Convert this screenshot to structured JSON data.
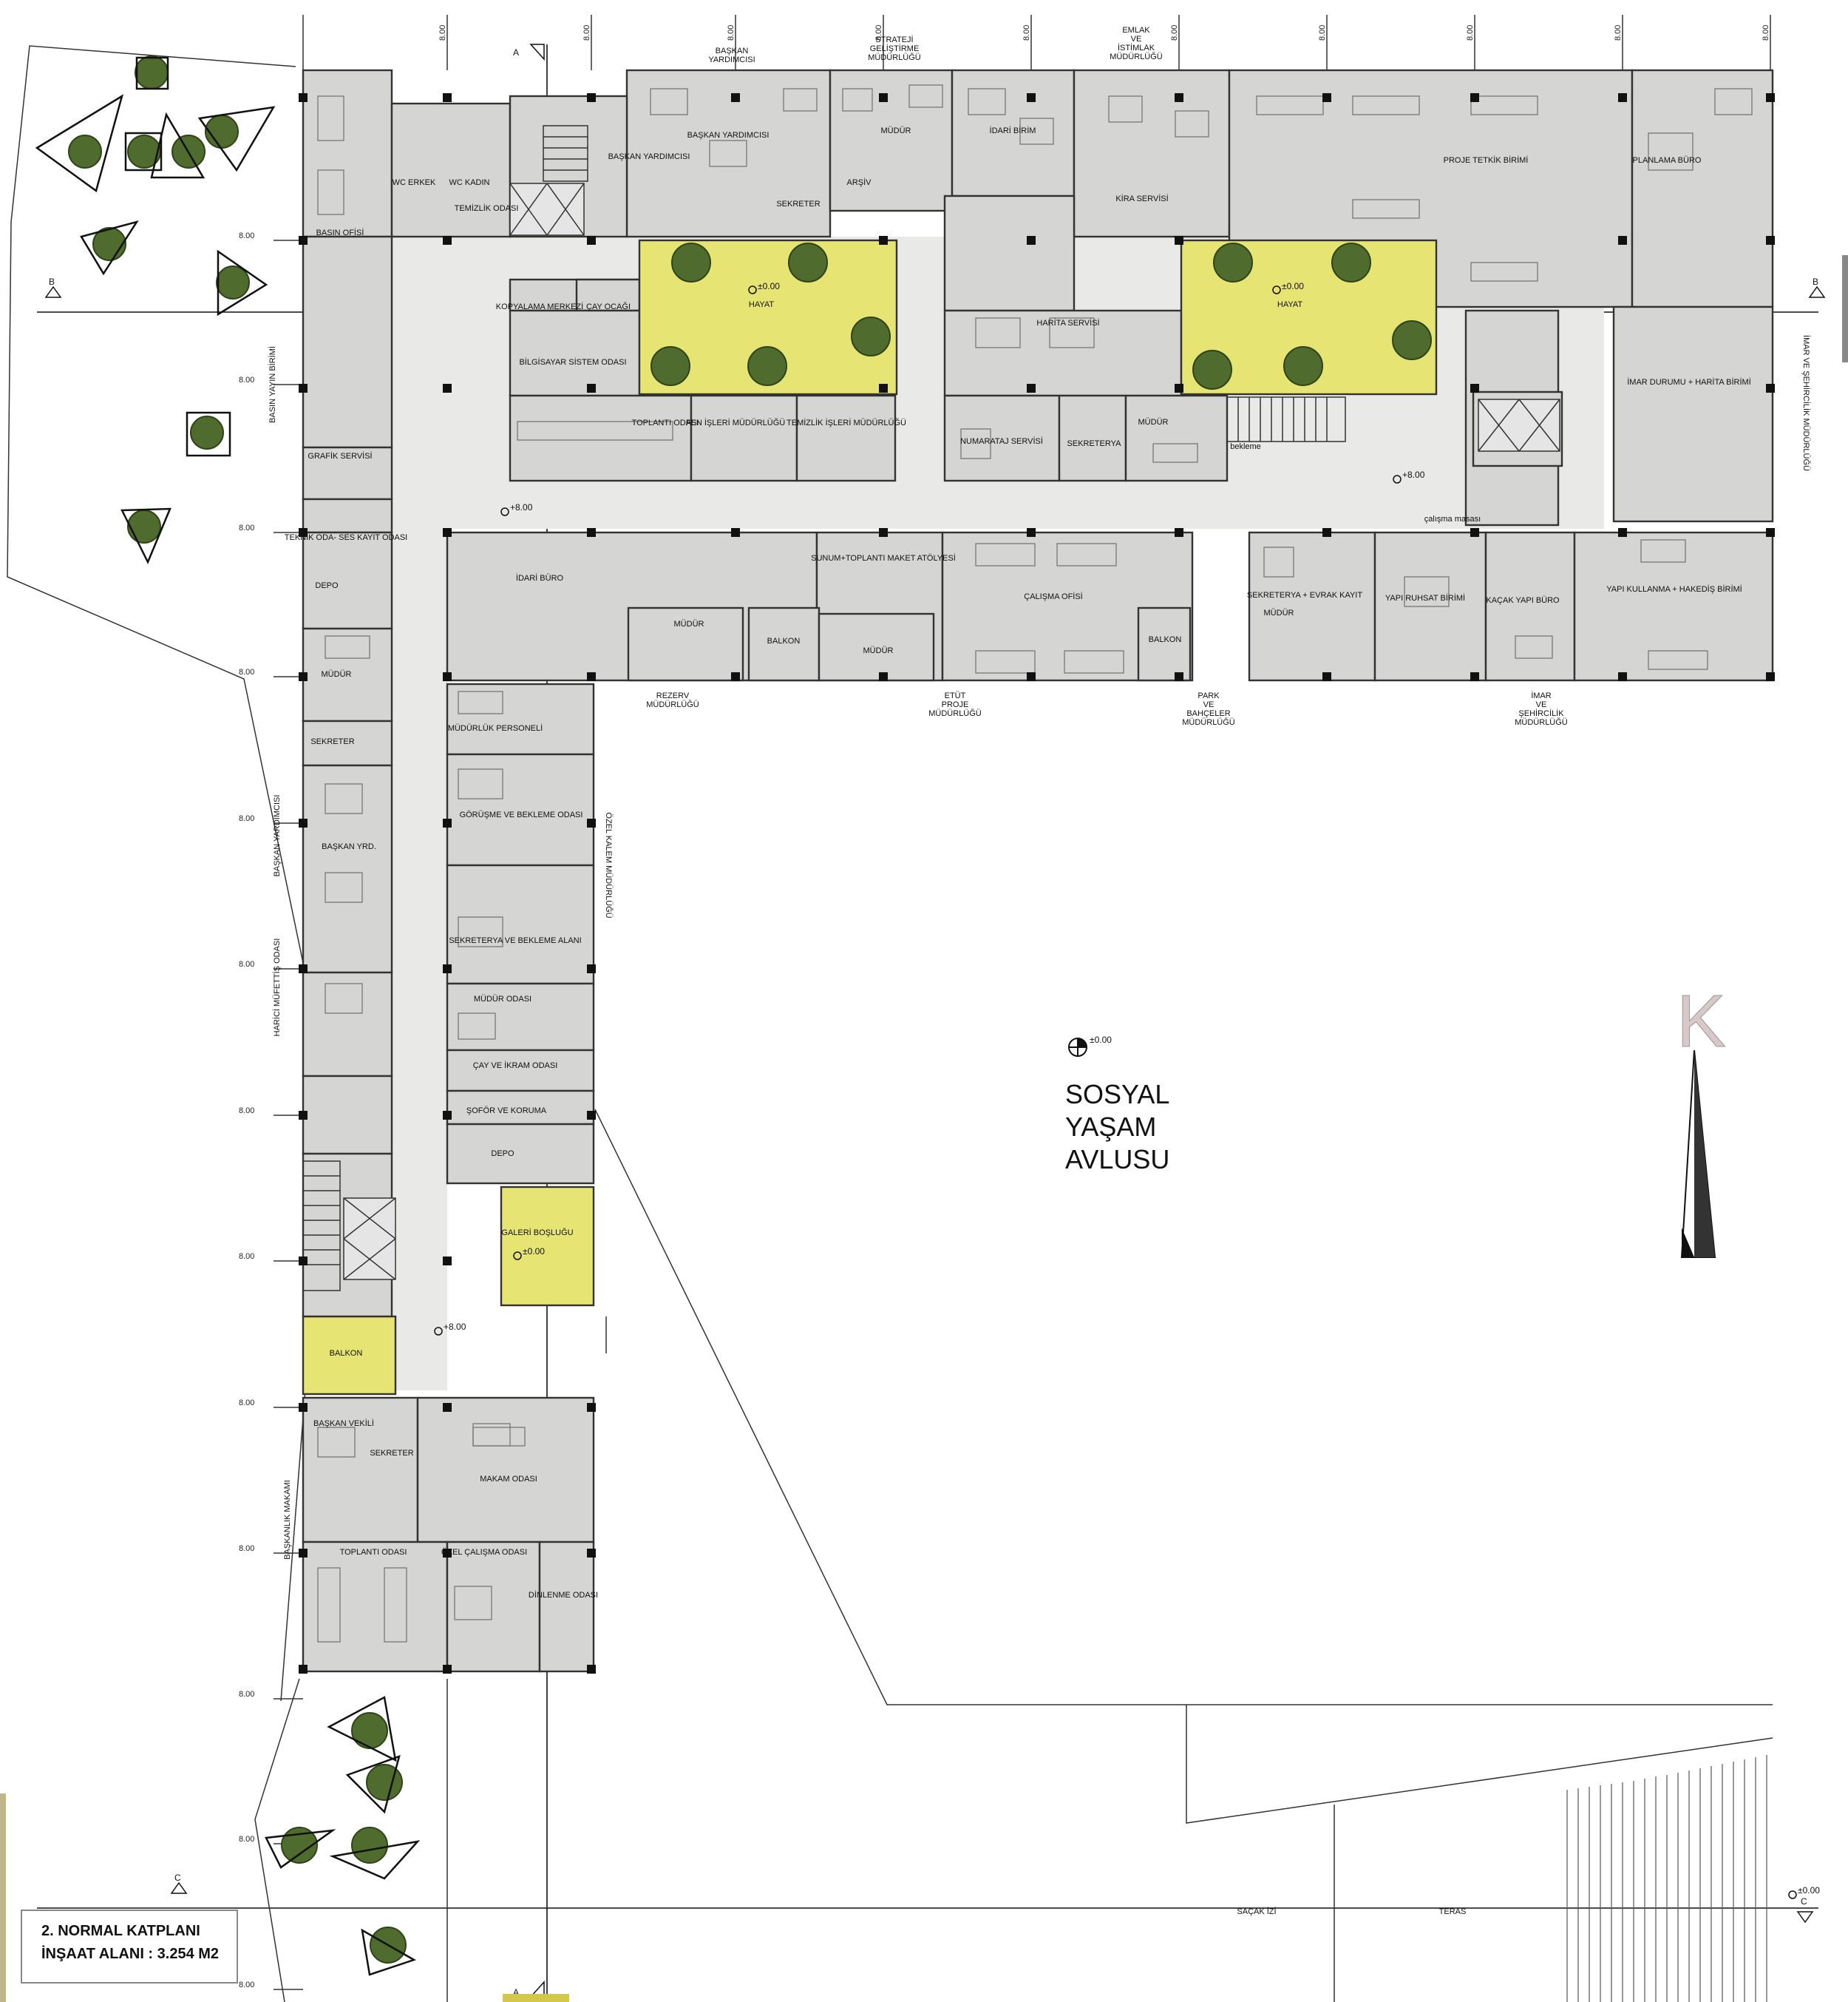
{
  "legend": {
    "line1": "2. NORMAL KATPLANI",
    "line2": "İNŞAAT ALANI : 3.254 M2"
  },
  "courtyard": {
    "level": "±0.00",
    "title_line1": "SOSYAL",
    "title_line2": "YAŞAM",
    "title_line3": "AVLUSU"
  },
  "north_letter": "K",
  "grid_dimension": "8.00",
  "section_marks": {
    "a": "A",
    "b": "B",
    "c": "C"
  },
  "levels": {
    "floor": "+8.00",
    "ground": "±0.00"
  },
  "top_departments": [
    {
      "l1": "BAŞKAN",
      "l2": "YARDIMCISI",
      "l3": ""
    },
    {
      "l1": "STRATEJİ",
      "l2": "GELİŞTİRME",
      "l3": "MÜDÜRLÜĞÜ"
    },
    {
      "l1": "EMLAK",
      "l2": "VE",
      "l3": "İSTİMLAK"
    },
    {
      "l1": "MÜDÜRLÜĞÜ",
      "l2": "",
      "l3": ""
    }
  ],
  "bottom_departments": [
    {
      "l1": "REZERV",
      "l2": "MÜDÜRLÜĞÜ",
      "l3": ""
    },
    {
      "l1": "ETÜT",
      "l2": "PROJE",
      "l3": "MÜDÜRLÜĞÜ"
    },
    {
      "l1": "PARK",
      "l2": "VE",
      "l3": "BAHÇELER"
    },
    {
      "l1": "MÜDÜRLÜĞÜ",
      "l2": "",
      "l3": ""
    },
    {
      "l1": "İMAR",
      "l2": "VE",
      "l3": "ŞEHİRCİLİK"
    },
    {
      "l1": "MÜDÜRLÜĞÜ",
      "l2": "",
      "l3": ""
    }
  ],
  "side_departments": {
    "basin": "BASIN YAYIN BİRİMİ",
    "baskan_yard": "BAŞKAN YARDIMCISI",
    "harici": "HARİCİ MÜFETTİŞ ODASI",
    "makam": "BAŞKANLIK MAKAMI",
    "ozel_kalem": "ÖZEL KALEM MÜDÜRLÜĞÜ",
    "imar_right": "İMAR VE ŞEHİRCİLİK MÜDÜRLÜĞÜ"
  },
  "rooms": {
    "baskan_yardimcisi_1": "BAŞKAN YARDIMCISI",
    "baskan_yardimcisi_2": "BAŞKAN YARDIMCISI",
    "sekreter_top": "SEKRETER",
    "arsiv": "ARŞİV",
    "mudur_top": "MÜDÜR",
    "idari_birim": "İDARİ BİRİM",
    "kira_servisi": "KİRA SERVİSİ",
    "proje_tetkik": "PROJE TETKİK BİRİMİ",
    "planlama": "PLANLAMA BÜRO",
    "basin_ofisi": "BASIN OFİSİ",
    "wc_erkek": "WC ERKEK",
    "wc_kadin": "WC KADIN",
    "temizlik": "TEMİZLİK ODASI",
    "kopyalama": "KOPYALAMA MERKEZİ",
    "cay_ocagi": "ÇAY OCAĞI",
    "bilgisayar": "BİLGİSAYAR SİSTEM ODASI",
    "hayat": "HAYAT",
    "harita": "HARİTA SERVİSİ",
    "toplanti_odasi": "TOPLANTI ODASI",
    "fen_isleri": "FEN İŞLERİ MÜDÜRLÜĞÜ",
    "temizlik_isleri": "TEMİZLİK İŞLERİ MÜDÜRLÜĞÜ",
    "numarataj": "NUMARATAJ SERVİSİ",
    "sekreterya": "SEKRETERYA",
    "mudur_mid": "MÜDÜR",
    "imar_durumu": "İMAR DURUMU + HARİTA BİRİMİ",
    "grafik": "GRAFİK SERVİSİ",
    "teknik": "TEKNİK ODA- SES KAYIT ODASI",
    "depo_1": "DEPO",
    "idari_buro": "İDARİ BÜRO",
    "sunum": "SUNUM+TOPLANTI MAKET ATÖLYESİ",
    "calisma": "ÇALIŞMA OFİSİ",
    "mudur_a": "MÜDÜR",
    "balkon_a": "BALKON",
    "mudur_b": "MÜDÜR",
    "balkon_b": "BALKON",
    "mudur_c": "MÜDÜR",
    "sekreterya_evrak": "SEKRETERYA + EVRAK KAYIT",
    "yapi_ruhsat": "YAPI RUHSAT BİRİMİ",
    "kacak_yapi": "KAÇAK YAPI BÜRO",
    "yapi_kullanma": "YAPI KULLANMA + HAKEDİŞ BİRİMİ",
    "mudur_left": "MÜDÜR",
    "sekreter_left": "SEKRETER",
    "baskan_yrd": "BAŞKAN YRD.",
    "mudurluk_personeli": "MÜDÜRLÜK PERSONELİ",
    "gorusme": "GÖRÜŞME VE BEKLEME ODASI",
    "sekreterya_bekleme": "SEKRETERYA VE BEKLEME ALANI",
    "mudur_odasi": "MÜDÜR ODASI",
    "cay_ikram": "ÇAY VE İKRAM ODASI",
    "sofor": "ŞOFÖR VE KORUMA",
    "depo_2": "DEPO",
    "galeri": "GALERİ BOŞLUĞU",
    "balkon_left": "BALKON",
    "baskan_vekili": "BAŞKAN VEKİLİ",
    "sekreter_makam": "SEKRETER",
    "makam_odasi": "MAKAM ODASI",
    "toplanti_odasi_2": "TOPLANTI ODASI",
    "ozel_calisma": "ÖZEL ÇALIŞMA ODASI",
    "dinlenme": "DİNLENME ODASI",
    "bekleme": "bekleme",
    "calisma_masasi": "çalışma masası",
    "teras": "TERAS",
    "sacak": "SAÇAK İZİ"
  }
}
